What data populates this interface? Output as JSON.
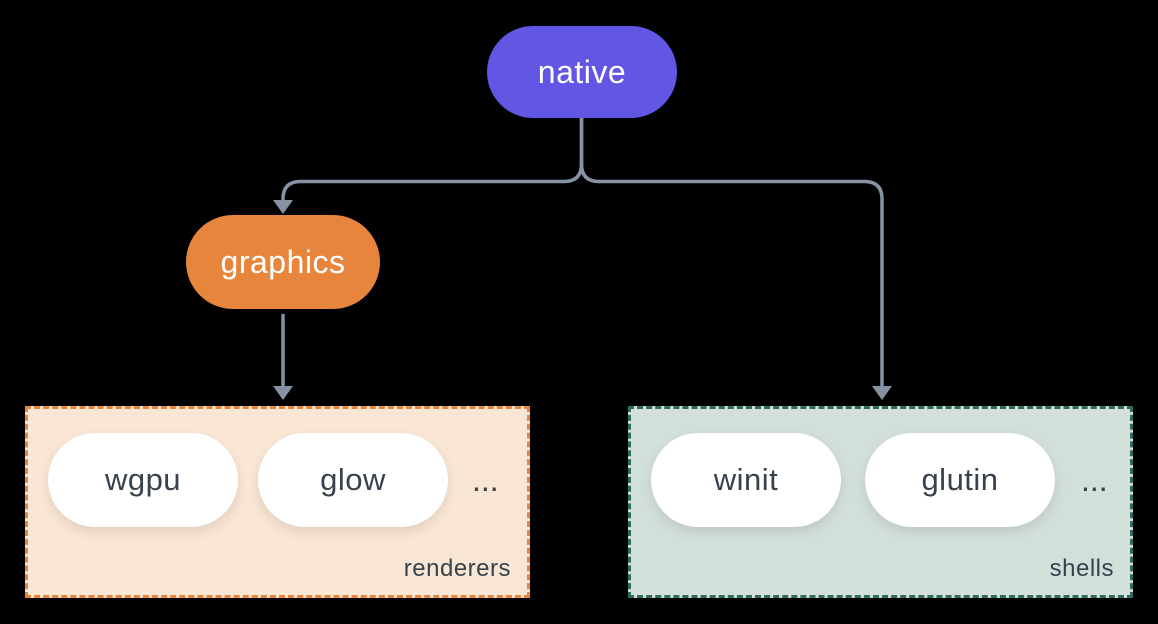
{
  "colors": {
    "background": "#000000",
    "connector": "#8593a5",
    "native-bg": "#6356e4",
    "graphics-bg": "#e8853c",
    "renderers-bg": "#fae6d4",
    "renderers-border": "#e8853c",
    "shells-bg": "#d3dfd9",
    "shells-border": "#2e6b60",
    "item-bg": "#ffffff",
    "dark-text": "#36424e",
    "light-text": "#ffffff"
  },
  "nodes": {
    "native": {
      "label": "native"
    },
    "graphics": {
      "label": "graphics"
    }
  },
  "groups": {
    "renderers": {
      "label": "renderers",
      "items": [
        "wgpu",
        "glow"
      ],
      "ellipsis": "..."
    },
    "shells": {
      "label": "shells",
      "items": [
        "winit",
        "glutin"
      ],
      "ellipsis": "..."
    }
  }
}
